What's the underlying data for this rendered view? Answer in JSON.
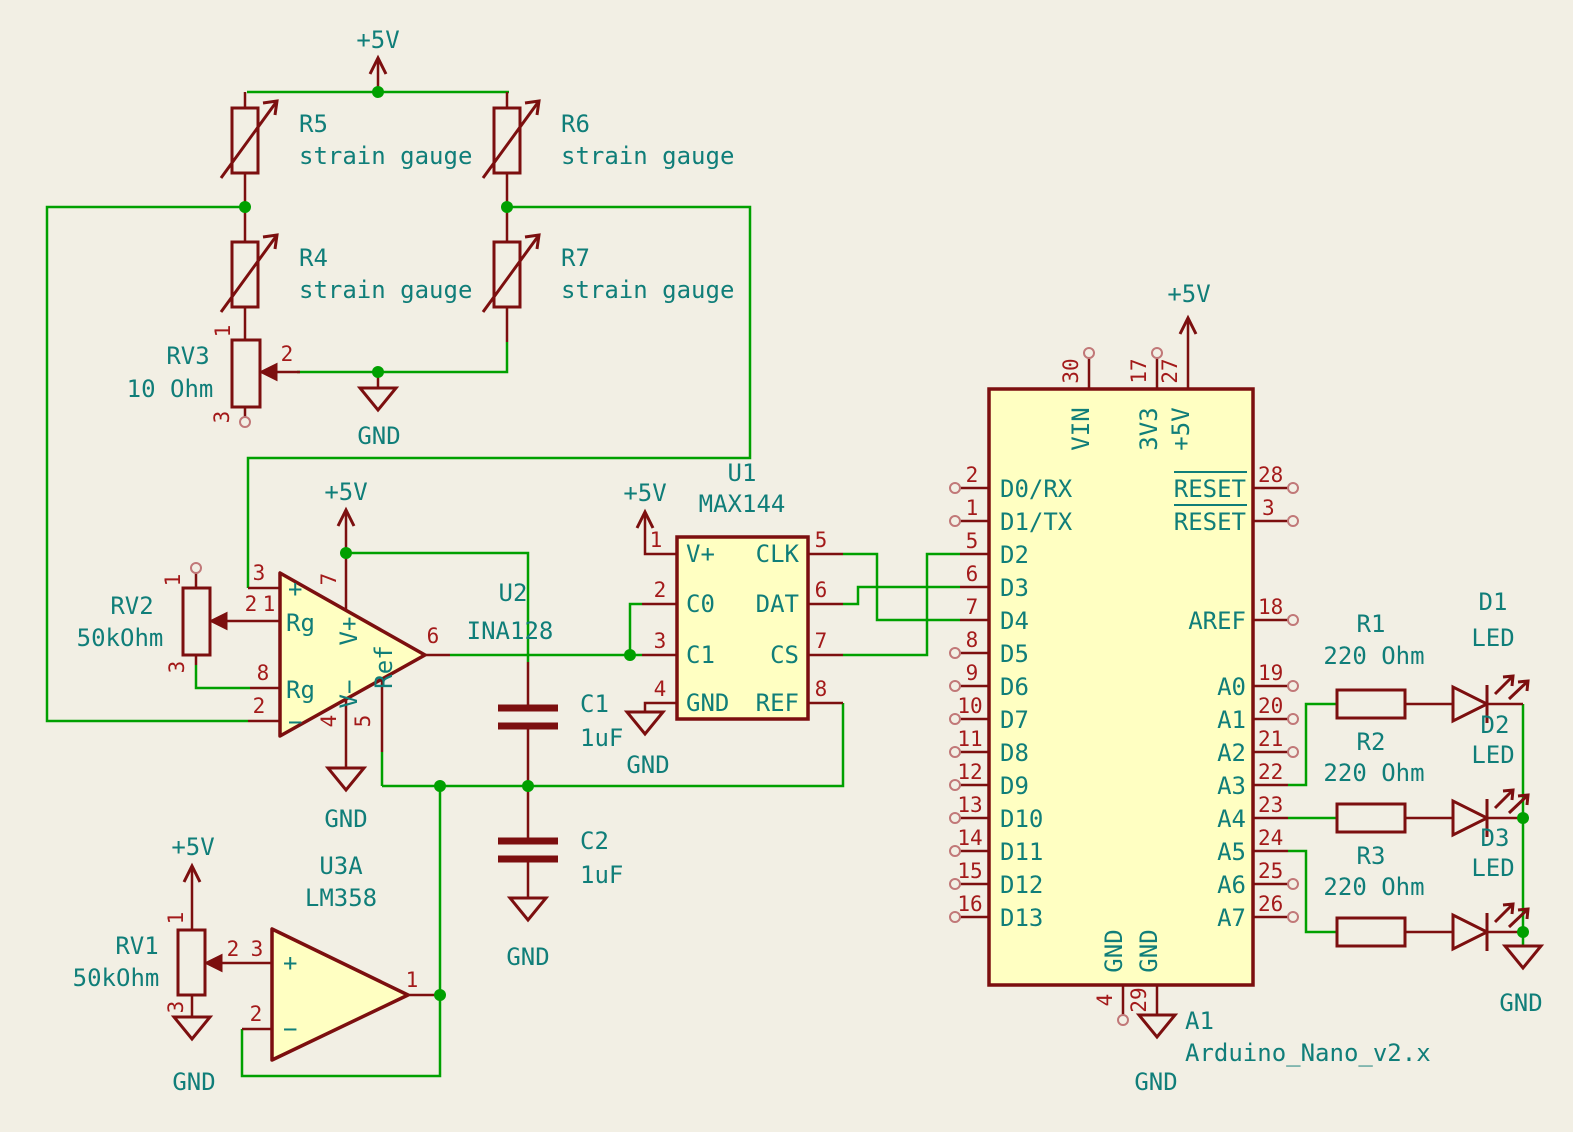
{
  "colors": {
    "background": "#F2EFE4",
    "wire_green": "#00A000",
    "component_red": "#7C0F0F",
    "pin_number_red": "#A31A1A",
    "text_teal": "#107E79",
    "ic_fill_yellow": "#FFFFC2"
  },
  "power": {
    "plus5v": "+5V",
    "gnd": "GND"
  },
  "bridge": {
    "r5": {
      "ref": "R5",
      "val": "strain gauge"
    },
    "r6": {
      "ref": "R6",
      "val": "strain gauge"
    },
    "r4": {
      "ref": "R4",
      "val": "strain gauge"
    },
    "r7": {
      "ref": "R7",
      "val": "strain gauge"
    },
    "rv3": {
      "ref": "RV3",
      "val": "10 Ohm",
      "p1": "1",
      "p2": "2",
      "p3": "3"
    }
  },
  "rv2": {
    "ref": "RV2",
    "val": "50kOhm",
    "p1": "1",
    "p2": "2",
    "p3": "3"
  },
  "u2": {
    "ref": "U2",
    "val": "INA128",
    "p1": "1",
    "p2": "2",
    "p3": "3",
    "p4": "4",
    "p5": "5",
    "p6": "6",
    "p7": "7",
    "p8": "8",
    "n_plus": "+",
    "n_minus": "−",
    "rg_a": "Rg",
    "rg_b": "Rg",
    "vplus": "V+",
    "vminus": "V−",
    "nref": "Ref"
  },
  "c1": {
    "ref": "C1",
    "val": "1uF"
  },
  "c2": {
    "ref": "C2",
    "val": "1uF"
  },
  "u1": {
    "ref": "U1",
    "val": "MAX144",
    "left": [
      {
        "n": "1",
        "name": "V+"
      },
      {
        "n": "2",
        "name": "C0"
      },
      {
        "n": "3",
        "name": "C1"
      },
      {
        "n": "4",
        "name": "GND"
      }
    ],
    "right": [
      {
        "n": "5",
        "name": "CLK"
      },
      {
        "n": "6",
        "name": "DAT"
      },
      {
        "n": "7",
        "name": "CS"
      },
      {
        "n": "8",
        "name": "REF"
      }
    ]
  },
  "u3": {
    "ref": "U3A",
    "val": "LM358",
    "p1": "1",
    "p2": "2",
    "p3": "3",
    "n_plus": "+",
    "n_minus": "−"
  },
  "rv1": {
    "ref": "RV1",
    "val": "50kOhm",
    "p1": "1",
    "p2": "2",
    "p3": "3"
  },
  "a1": {
    "ref": "A1",
    "val": "Arduino_Nano_v2.x",
    "top": [
      {
        "n": "30",
        "name": "VIN"
      },
      {
        "n": "17",
        "name": "3V3"
      },
      {
        "n": "27",
        "name": "+5V"
      }
    ],
    "bottom": [
      {
        "n": "4",
        "name": "GND"
      },
      {
        "n": "29",
        "name": "GND"
      }
    ],
    "left": [
      {
        "n": "2",
        "name": "D0/RX"
      },
      {
        "n": "1",
        "name": "D1/TX"
      },
      {
        "n": "5",
        "name": "D2"
      },
      {
        "n": "6",
        "name": "D3"
      },
      {
        "n": "7",
        "name": "D4"
      },
      {
        "n": "8",
        "name": "D5"
      },
      {
        "n": "9",
        "name": "D6"
      },
      {
        "n": "10",
        "name": "D7"
      },
      {
        "n": "11",
        "name": "D8"
      },
      {
        "n": "12",
        "name": "D9"
      },
      {
        "n": "13",
        "name": "D10"
      },
      {
        "n": "14",
        "name": "D11"
      },
      {
        "n": "15",
        "name": "D12"
      },
      {
        "n": "16",
        "name": "D13"
      }
    ],
    "right": [
      {
        "n": "28",
        "name": "RESET"
      },
      {
        "n": "3",
        "name": "RESET"
      },
      {
        "n": "18",
        "name": "AREF"
      },
      {
        "n": "19",
        "name": "A0"
      },
      {
        "n": "20",
        "name": "A1"
      },
      {
        "n": "21",
        "name": "A2"
      },
      {
        "n": "22",
        "name": "A3"
      },
      {
        "n": "23",
        "name": "A4"
      },
      {
        "n": "24",
        "name": "A5"
      },
      {
        "n": "25",
        "name": "A6"
      },
      {
        "n": "26",
        "name": "A7"
      }
    ]
  },
  "leds": {
    "r1": {
      "ref": "R1",
      "val": "220 Ohm"
    },
    "r2": {
      "ref": "R2",
      "val": "220 Ohm"
    },
    "r3": {
      "ref": "R3",
      "val": "220 Ohm"
    },
    "d1": {
      "ref": "D1",
      "val": "LED"
    },
    "d2": {
      "ref": "D2",
      "val": "LED"
    },
    "d3": {
      "ref": "D3",
      "val": "LED"
    }
  }
}
